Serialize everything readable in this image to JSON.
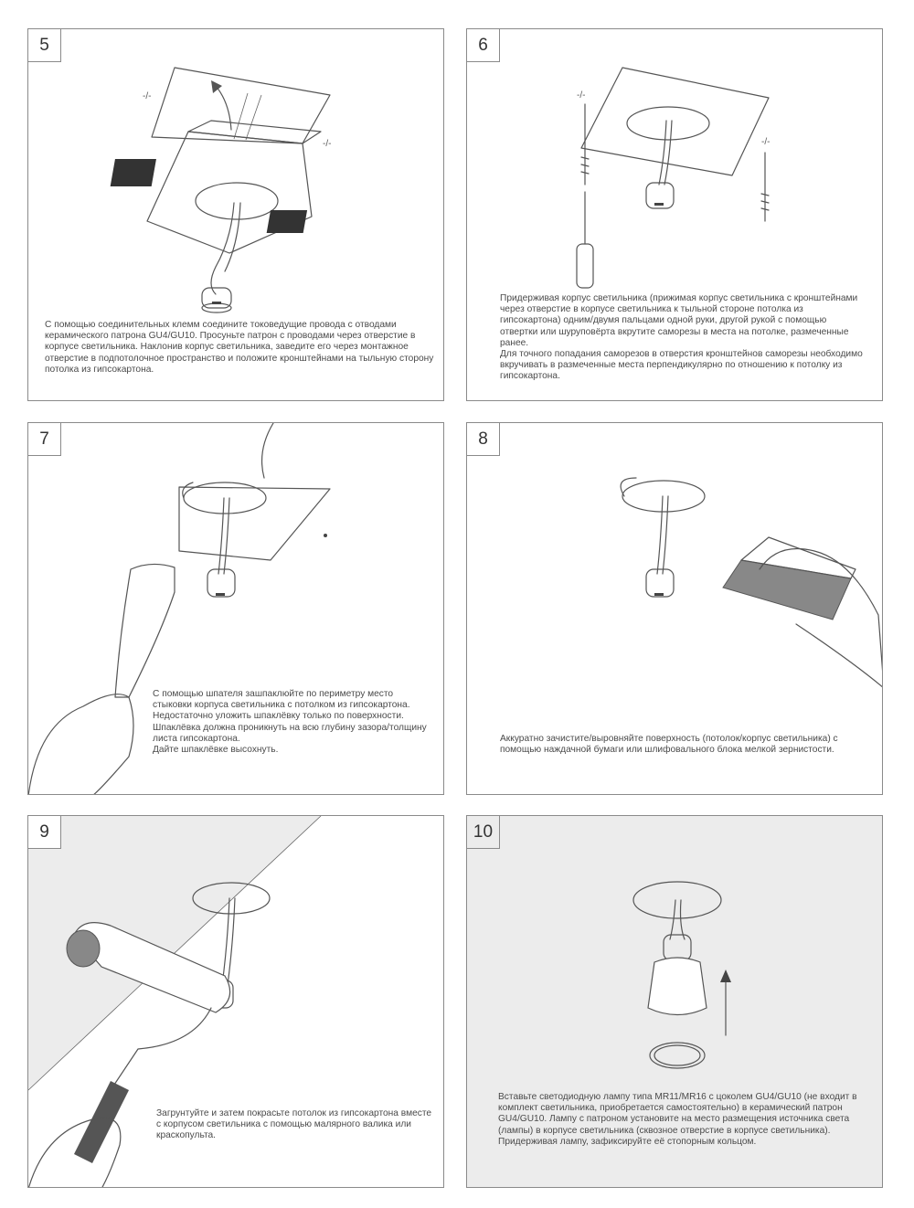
{
  "steps": [
    {
      "number": "5",
      "text": "С помощью соединительных клемм соедините токоведущие провода с отводами керамического патрона GU4/GU10. Просуньте патрон с проводами через отверстие в корпусе светильника. Наклонив корпус светильника, заведите его через монтажное отверстие в подпотолочное пространство и положите кронштейнами на тыльную сторону потолка из гипсокартона."
    },
    {
      "number": "6",
      "text": "Придерживая корпус светильника (прижимая корпус светильника с кронштейнами через отверстие в корпусе светильника к тыльной стороне потолка из гипсокартона) одним/двумя пальцами одной руки, другой рукой с помощью отвертки или шуруповёрта вкрутите саморезы в места на потолке, размеченные ранее.\nДля точного попадания саморезов в отверстия кронштейнов саморезы необходимо вкручивать в размеченные места перпендикулярно по отношению к потолку из гипсокартона."
    },
    {
      "number": "7",
      "text": "С помощью шпателя зашпаклюйте по периметру место стыковки корпуса светильника с потолком из гипсокартона. Недостаточно уложить шпаклёвку только по поверхности. Шпаклёвка должна проникнуть на всю глубину зазора/толщину листа гипсокартона.\nДайте шпаклёвке высохнуть."
    },
    {
      "number": "8",
      "text": "Аккуратно зачистите/выровняйте поверхность (потолок/корпус светильника) с помощью наждачной бумаги или шлифовального блока мелкой зернистости."
    },
    {
      "number": "9",
      "text": "Загрунтуйте и затем покрасьте потолок из гипсокартона вместе с корпусом светильника с помощью малярного валика или краскопульта."
    },
    {
      "number": "10",
      "text": "Вставьте светодиодную лампу типа MR11/MR16 с цоколем GU4/GU10 (не входит в комплект светильника, приобретается самостоятельно) в керамический патрон GU4/GU10. Лампу с патроном установите на место размещения источника света (лампы) в корпусе светильника (сквозное отверстие в корпусе светильника). Придерживая лампу, зафиксируйте её стопорным кольцом."
    }
  ],
  "icons": {
    "panel5": "ceiling-fixture-tilt-icon",
    "panel6": "screwdriver-screws-icon",
    "panel7": "putty-knife-hand-icon",
    "panel8": "sanding-block-hand-icon",
    "panel9": "paint-roller-icon",
    "panel10": "lamp-insert-icon"
  }
}
